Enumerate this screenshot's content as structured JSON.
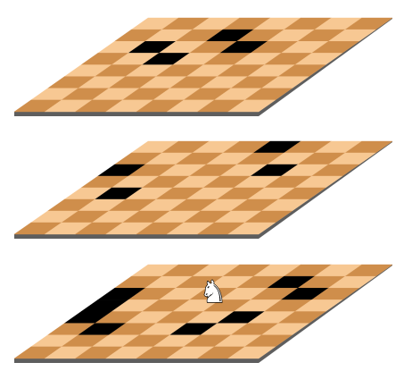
{
  "game": {
    "type": "3D chess (three stacked boards)",
    "board_size": 8,
    "colors": {
      "light_square": "#f7c893",
      "dark_square": "#cf8e4b",
      "highlight_square": "#000000",
      "board_edge": "#5e5e5e",
      "piece_fill": "#ffffff",
      "piece_outline": "#000000"
    },
    "levels": [
      {
        "name": "top",
        "highlighted": [
          [
            1,
            3
          ],
          [
            2,
            1
          ],
          [
            2,
            4
          ],
          [
            3,
            2
          ]
        ],
        "pieces": []
      },
      {
        "name": "middle",
        "highlighted": [
          [
            0,
            4
          ],
          [
            2,
            0
          ],
          [
            2,
            5
          ],
          [
            4,
            1
          ]
        ],
        "pieces": []
      },
      {
        "name": "bottom",
        "highlighted": [
          [
            1,
            5
          ],
          [
            2,
            0
          ],
          [
            2,
            6
          ],
          [
            3,
            0
          ],
          [
            4,
            0
          ],
          [
            4,
            5
          ],
          [
            5,
            1
          ],
          [
            5,
            4
          ]
        ],
        "pieces": [
          {
            "type": "knight",
            "color": "white",
            "glyph": "♞",
            "row": 2,
            "col": 3
          }
        ]
      }
    ]
  }
}
